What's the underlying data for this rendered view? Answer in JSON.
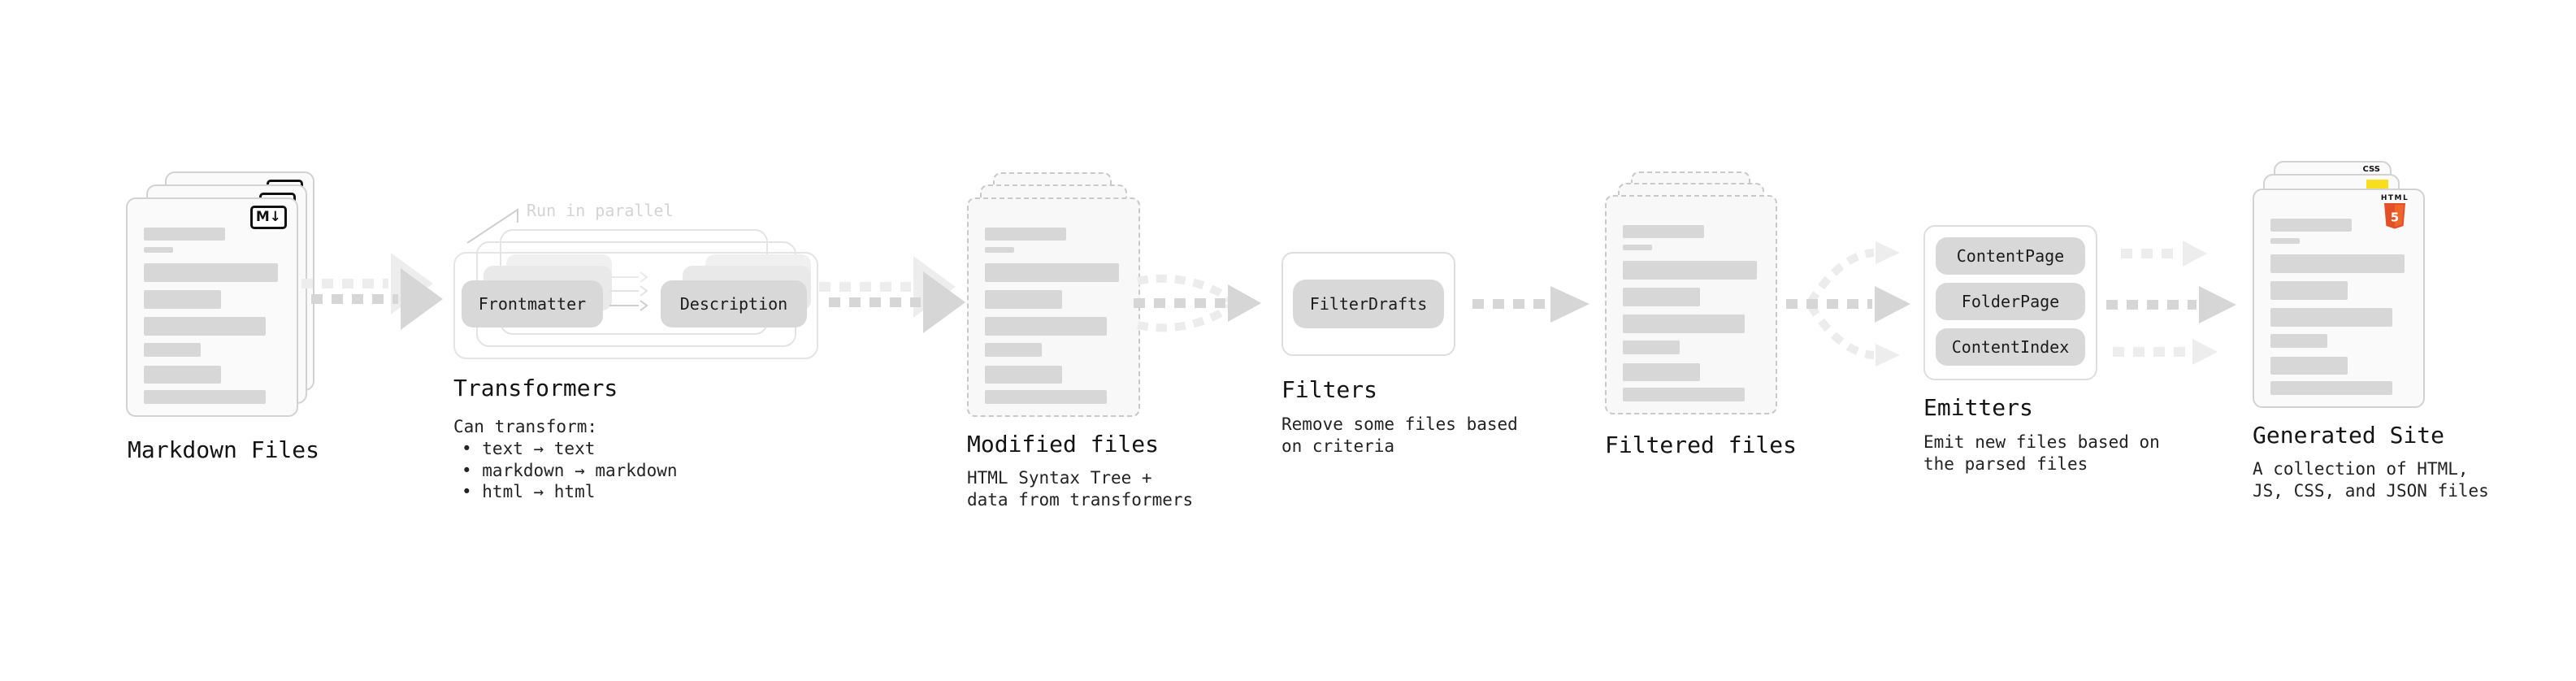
{
  "pipeline": {
    "markdown_files": {
      "label": "Markdown Files",
      "badge": "M↓"
    },
    "transformers": {
      "label": "Transformers",
      "annotation": "Run in parallel",
      "chip_left": "Frontmatter",
      "chip_right": "Description",
      "caption_title": "Can transform:",
      "bullets": [
        "• text → text",
        "• markdown → markdown",
        "• html → html"
      ]
    },
    "modified_files": {
      "label": "Modified files",
      "caption": "HTML Syntax Tree +\ndata from transformers"
    },
    "filters": {
      "label": "Filters",
      "chip": "FilterDrafts",
      "caption": "Remove some files based\non criteria"
    },
    "filtered_files": {
      "label": "Filtered files"
    },
    "emitters": {
      "label": "Emitters",
      "chips": [
        "ContentPage",
        "FolderPage",
        "ContentIndex"
      ],
      "caption": "Emit new files based on\nthe parsed files"
    },
    "generated_site": {
      "label": "Generated Site",
      "caption": "A collection of HTML,\nJS, CSS, and JSON files",
      "css_badge": "CSS",
      "html_logo_word": "HTML",
      "html_logo_number": "5"
    }
  },
  "colors": {
    "html5_orange": "#e34f26",
    "html5_orange_light": "#ef652a",
    "js_yellow": "#f7df1e",
    "css_blue": "#2965f1"
  }
}
